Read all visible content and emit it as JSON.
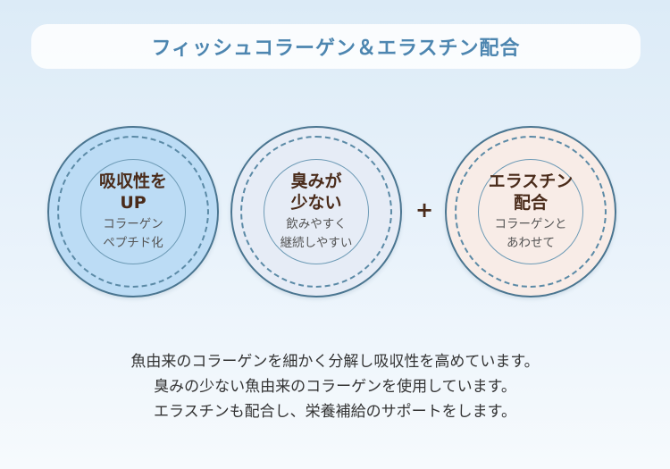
{
  "header": {
    "title": "フィッシュコラーゲン＆エラスチン配合"
  },
  "circles": [
    {
      "heading": "吸収性を\nUP",
      "sub": "コラーゲン\nペプチド化"
    },
    {
      "heading": "臭みが\n少ない",
      "sub": "飲みやすく\n継続しやすい"
    },
    {
      "heading": "エラスチン\n配合",
      "sub": "コラーゲンと\nあわせて"
    }
  ],
  "plus": "+",
  "description": [
    "魚由来のコラーゲンを細かく分解し吸収性を高めています。",
    "臭みの少ない魚由来のコラーゲンを使用しています。",
    "エラスチンも配合し、栄養補給のサポートをします。"
  ],
  "colors": {
    "title": "#4d86b0",
    "circle1": "#bcdcf5",
    "circle2": "#e6ecf6",
    "circle3": "#f8ece7",
    "heading": "#4a2b1a"
  }
}
